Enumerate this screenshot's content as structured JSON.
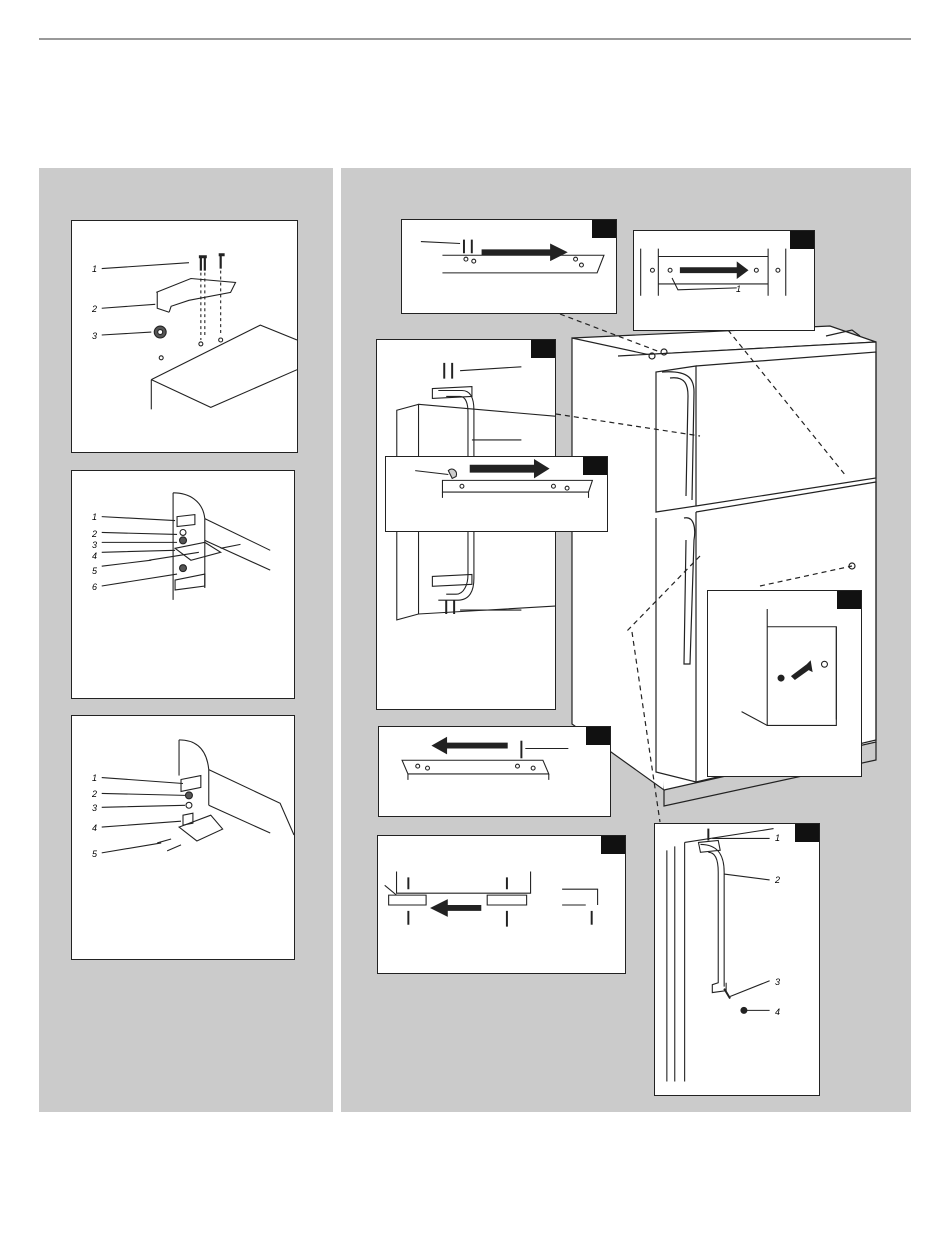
{
  "diagram_labels": {
    "top_hinge": [
      "1",
      "2",
      "3"
    ],
    "center_hinge": [
      "1",
      "2",
      "3",
      "4",
      "5",
      "6"
    ],
    "bottom_hinge": [
      "1",
      "2",
      "3",
      "4",
      "5"
    ],
    "plug_detail": [
      "1"
    ],
    "lower_handle": [
      "1",
      "2",
      "3",
      "4"
    ]
  },
  "colors": {
    "panel": "#cbcbcb",
    "line": "#222222"
  }
}
